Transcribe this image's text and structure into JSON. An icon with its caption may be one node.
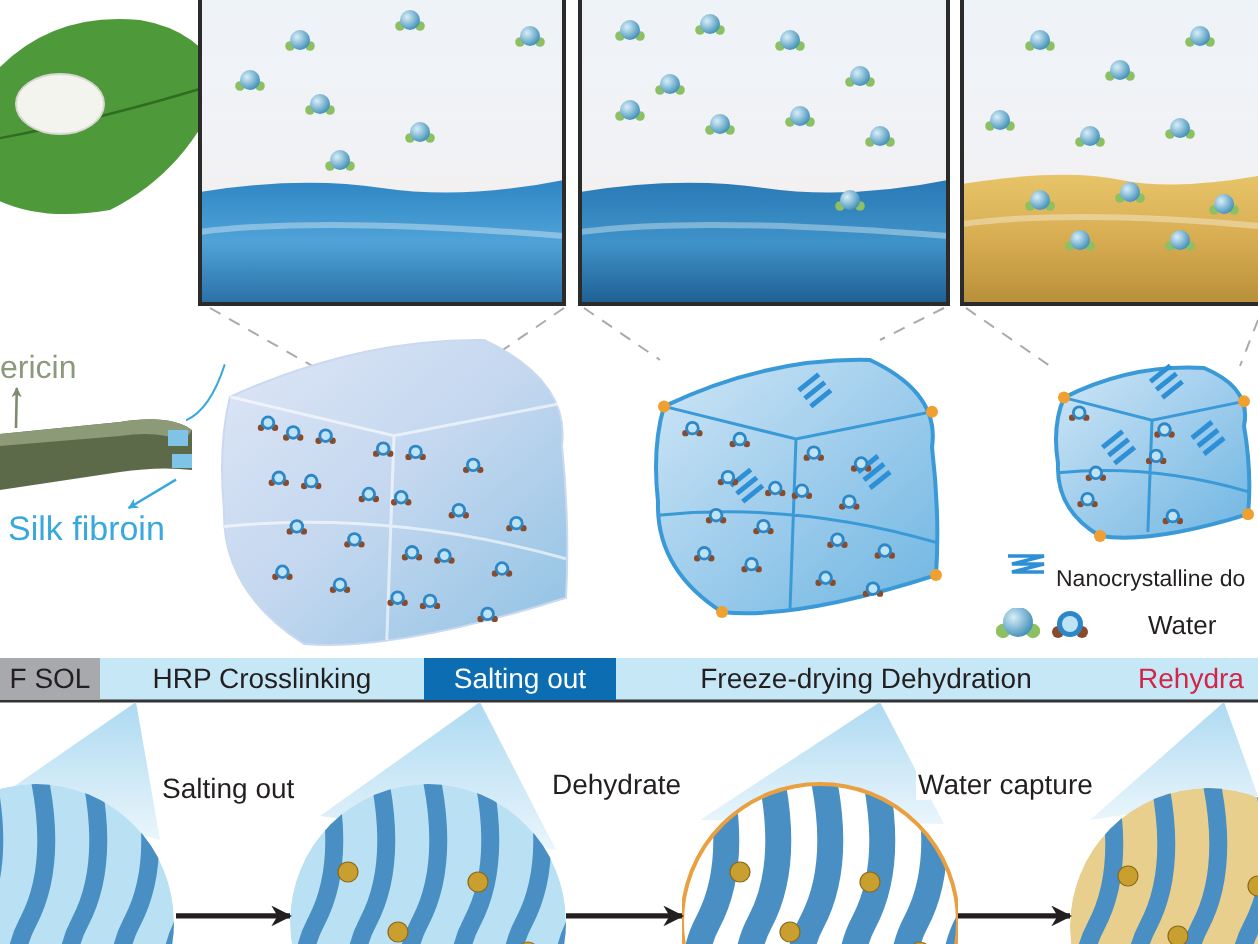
{
  "diagram": {
    "nodes": [
      {
        "text": [],
        "shape": "picture"
      },
      {
        "text": [
          "ericin"
        ]
      },
      {
        "text": [
          "Silk fibroin"
        ]
      },
      {
        "text": [],
        "shape": "picture"
      },
      {
        "text": [],
        "shape": "picture"
      },
      {
        "text": [],
        "shape": "picture"
      },
      {
        "text": [],
        "shape": "circle"
      },
      {
        "text": [],
        "shape": "circle"
      },
      {
        "text": [],
        "shape": "circle"
      },
      {
        "text": [],
        "shape": "circle"
      }
    ],
    "edges": [
      {
        "from": 0,
        "to": 1,
        "arrow": "to",
        "color": "#7d8c6c"
      },
      {
        "from": 0,
        "to": 2,
        "arrow": "to",
        "color": "#39a9dc"
      },
      {
        "from": 0,
        "to": 3,
        "arrow": "none",
        "color": "#39a9dc"
      },
      {
        "from": 6,
        "to": 7,
        "arrow": "to",
        "label": "Salting out"
      },
      {
        "from": 7,
        "to": 8,
        "arrow": "to",
        "label": "Dehydrate"
      },
      {
        "from": 8,
        "to": 9,
        "arrow": "to",
        "label": "Water capture"
      }
    ],
    "labels": [
      "F SOL",
      "HRP Crosslinking",
      "Salting out",
      "Freeze-drying Dehydration",
      "Rehydra"
    ],
    "legend": [
      {
        "text": "Nanocrystalline do"
      },
      {
        "text": "Water"
      }
    ]
  }
}
